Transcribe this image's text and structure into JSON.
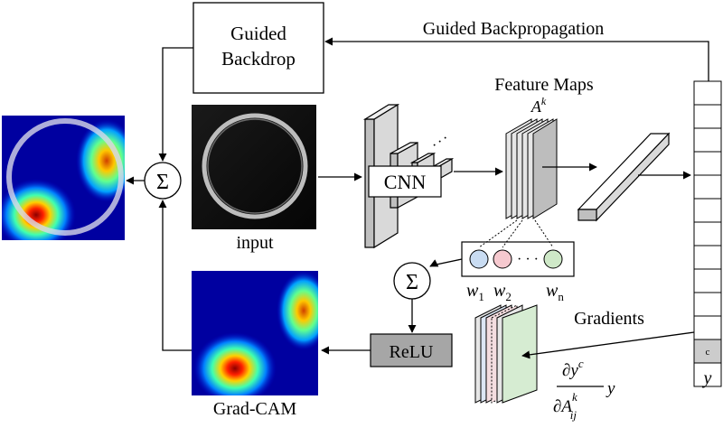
{
  "labels": {
    "guided_backdrop_line1": "Guided",
    "guided_backdrop_line2": "Backdrop",
    "guided_backprop": "Guided Backpropagation",
    "feature_maps": "Feature Maps",
    "ak_base": "A",
    "ak_sup": "k",
    "cnn": "CNN",
    "input": "input",
    "sum_symbol": "Σ",
    "w1_base": "w",
    "w1_sub": "1",
    "w2_base": "w",
    "w2_sub": "2",
    "wn_base": "w",
    "wn_sub": "n",
    "dots": "· · ·",
    "relu": "ReLU",
    "gradients": "Gradients",
    "grad_cam": "Grad-CAM",
    "output_y": "y",
    "class_cell": "c",
    "grad_num_base": "∂y",
    "grad_num_sup": "c",
    "grad_den_base": "∂A",
    "grad_den_sup": "k",
    "grad_den_sub": "ij",
    "grad_tail": "y"
  },
  "colors": {
    "ink": "#000000",
    "box_grey": "#a6a6a6",
    "layer_grey": "#d9d9d9",
    "weight_blue": "#c9dcf2",
    "weight_pink": "#f6c9cf",
    "weight_green": "#cfe9c8",
    "heat_blue": "#00008f",
    "heat_red": "#d00000"
  }
}
